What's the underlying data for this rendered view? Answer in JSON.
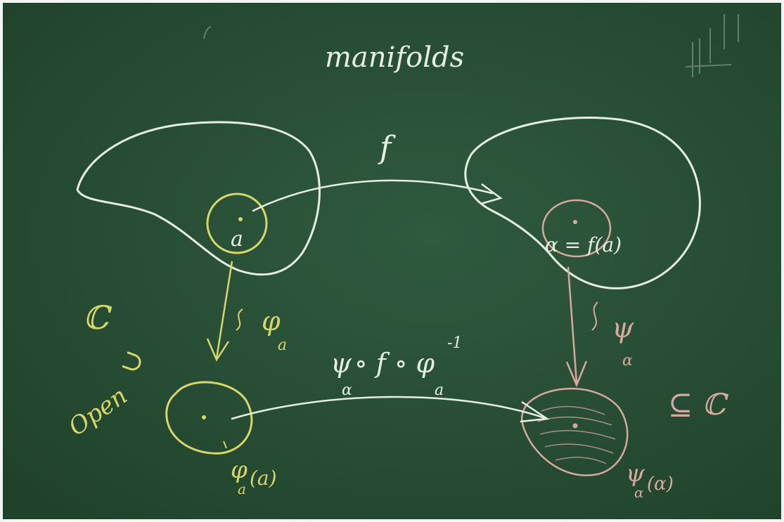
{
  "scene": {
    "subject": "chalkboard",
    "colors": {
      "board": "#284f36",
      "white_chalk": "#e6eee4",
      "yellow_chalk": "#d8d66a",
      "pink_chalk": "#d7a8a0"
    }
  },
  "labels": {
    "title": "manifolds",
    "map_f": "f",
    "point_a": "a",
    "point_alpha_eq_fa": "α = f(a)",
    "chart_phi_a": "φ",
    "chart_phi_a_sub": "a",
    "chart_psi_alpha": "ψ",
    "chart_psi_alpha_sub": "α",
    "composite_left": "ψ",
    "composite_left_sub": "α",
    "composite_mid": "∘ f ∘ φ",
    "composite_sup": "-1",
    "composite_right_sub": "a",
    "left_space": "ℂ",
    "left_contains": "∪",
    "left_open": "Open",
    "right_subset": "⊆ ℂ",
    "left_image": "φ",
    "left_image_sub": "a",
    "left_image_arg": "(a)",
    "right_image": "ψ",
    "right_image_sub": "α",
    "right_image_arg": "(α)"
  }
}
